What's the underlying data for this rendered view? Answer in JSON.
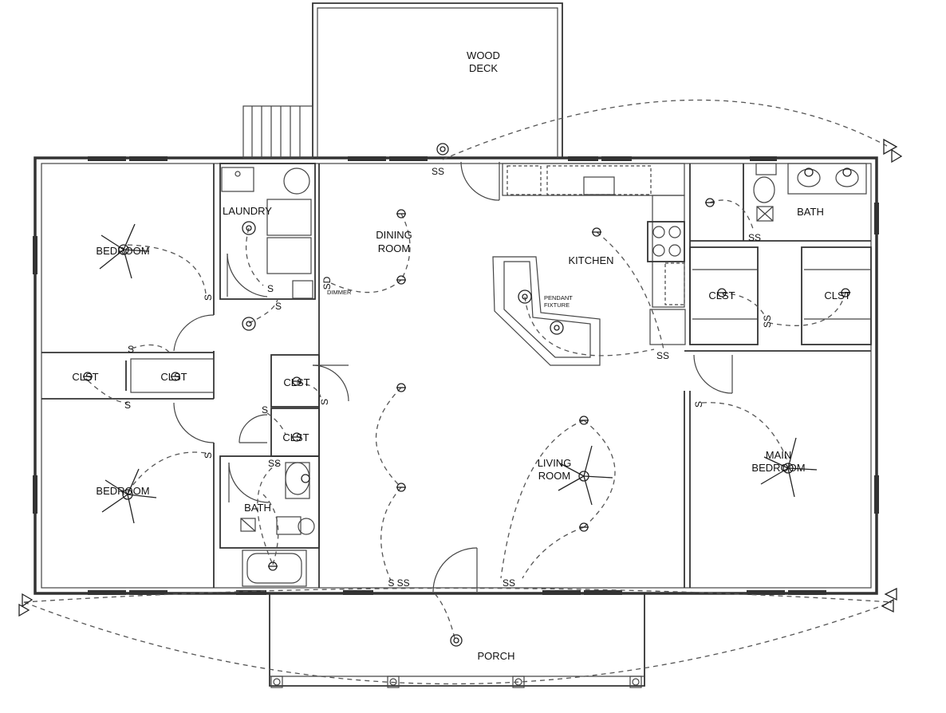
{
  "plan": {
    "rooms": {
      "wood_deck_1": "WOOD",
      "wood_deck_2": "DECK",
      "laundry": "LAUNDRY",
      "dining_1": "DINING",
      "dining_2": "ROOM",
      "kitchen": "KITCHEN",
      "bath_main": "BATH",
      "bedroom_top": "BEDROOM",
      "bedroom_bottom": "BEDROOM",
      "clst_1": "CLST",
      "clst_2": "CLST",
      "clst_3": "CLST",
      "clst_4": "CLST",
      "clst_5": "CLST",
      "clst_6": "CLST",
      "bath_hall": "BATH",
      "living_1": "LIVING",
      "living_2": "ROOM",
      "main_bed_1": "MAIN",
      "main_bed_2": "BEDROOM",
      "porch": "PORCH"
    },
    "annotations": {
      "pendant_1": "PENDANT",
      "pendant_2": "FIXTURE",
      "dimmer": "DIMMER",
      "sd": "SD"
    },
    "switches": {
      "s": "S",
      "ss": "SS",
      "sss": "S SS"
    }
  }
}
